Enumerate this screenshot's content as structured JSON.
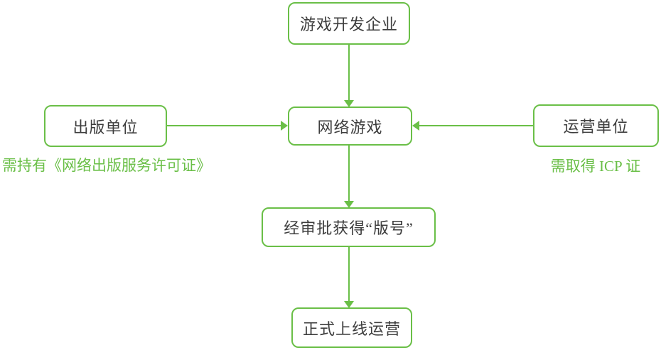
{
  "diagram": {
    "type": "flowchart",
    "nodes": {
      "developer": {
        "label": "游戏开发企业"
      },
      "publisher": {
        "label": "出版单位"
      },
      "game": {
        "label": "网络游戏"
      },
      "operator": {
        "label": "运营单位"
      },
      "license": {
        "label": "经审批获得“版号”"
      },
      "launch": {
        "label": "正式上线运营"
      }
    },
    "annotations": {
      "publisher_note": "需持有《网络出版服务许可证》",
      "operator_note": "需取得 ICP 证"
    },
    "edges": [
      {
        "from": "developer",
        "to": "game",
        "direction": "down"
      },
      {
        "from": "publisher",
        "to": "game",
        "direction": "right"
      },
      {
        "from": "operator",
        "to": "game",
        "direction": "left"
      },
      {
        "from": "game",
        "to": "license",
        "direction": "down"
      },
      {
        "from": "license",
        "to": "launch",
        "direction": "down"
      }
    ],
    "colors": {
      "accent_green": "#6abf47",
      "node_text": "#3d3d3d",
      "node_fill": "#ffffff",
      "background": "#ffffff"
    }
  }
}
